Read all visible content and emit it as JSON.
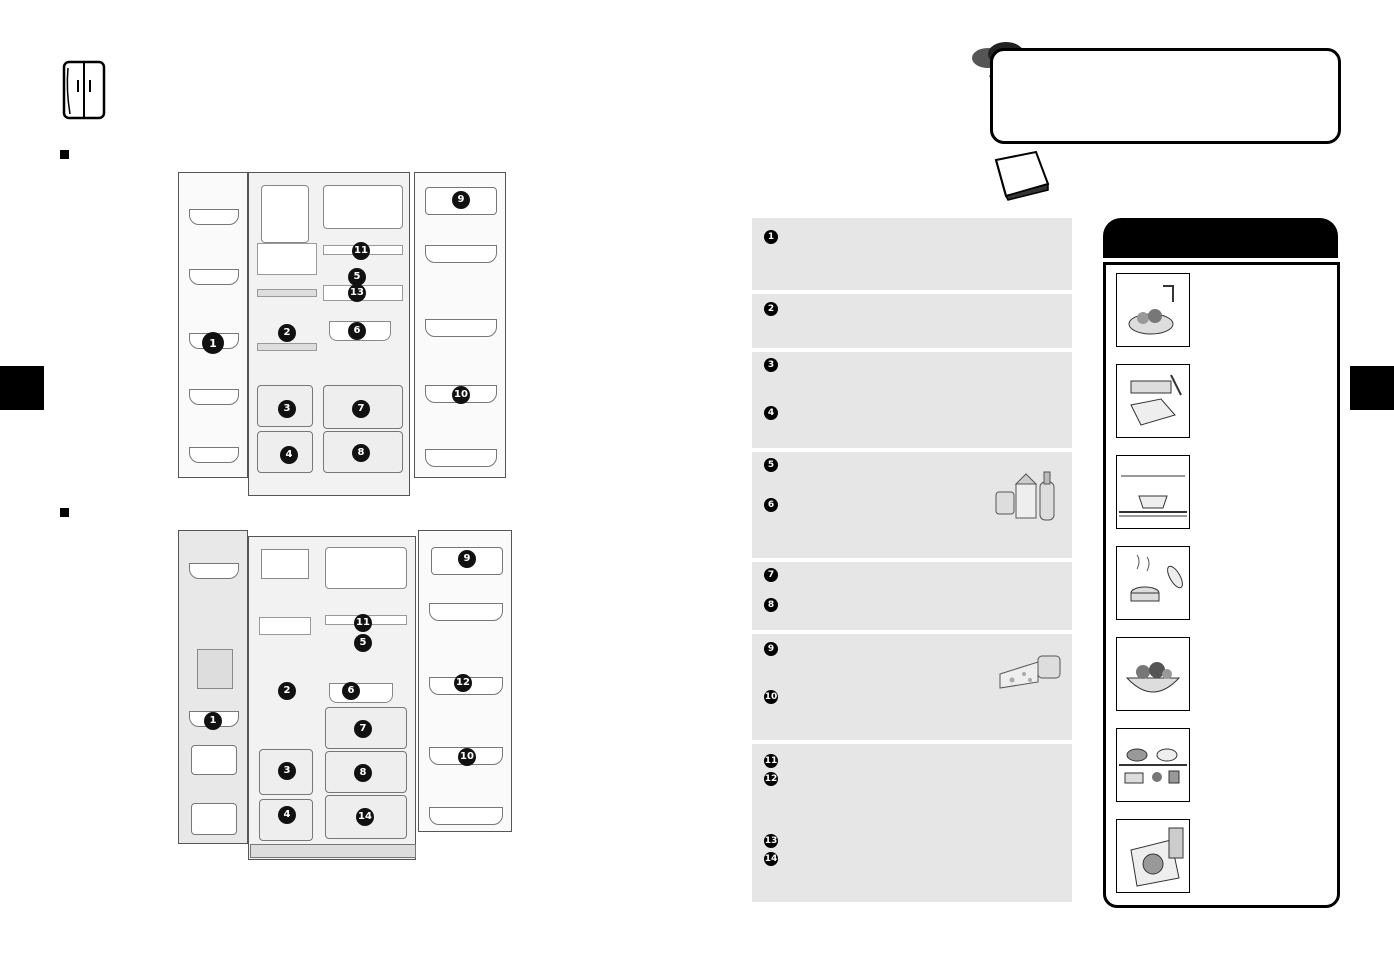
{
  "callouts": {
    "c1": "1",
    "c2": "2",
    "c3": "3",
    "c4": "4",
    "c5": "5",
    "c6": "6",
    "c7": "7",
    "c8": "8",
    "c9": "9",
    "c10": "10",
    "c11": "11",
    "c12": "12",
    "c13": "13",
    "c14": "14"
  },
  "panel_numbers": [
    "1",
    "2",
    "3",
    "4",
    "5",
    "6",
    "7",
    "8",
    "9",
    "10",
    "11",
    "12",
    "13",
    "14"
  ],
  "icons": {
    "fridge": "fridge-icon",
    "storm": "storm-cloud-icon",
    "book": "book-icon",
    "tips": [
      "washing-produce-icon",
      "cutting-board-icon",
      "container-shelf-icon",
      "cooking-pot-icon",
      "fruit-bowl-icon",
      "shelf-storage-icon",
      "sealed-bag-icon"
    ]
  },
  "colors": {
    "panel_bg": "#e6e6e6",
    "tab_black": "#000000"
  }
}
